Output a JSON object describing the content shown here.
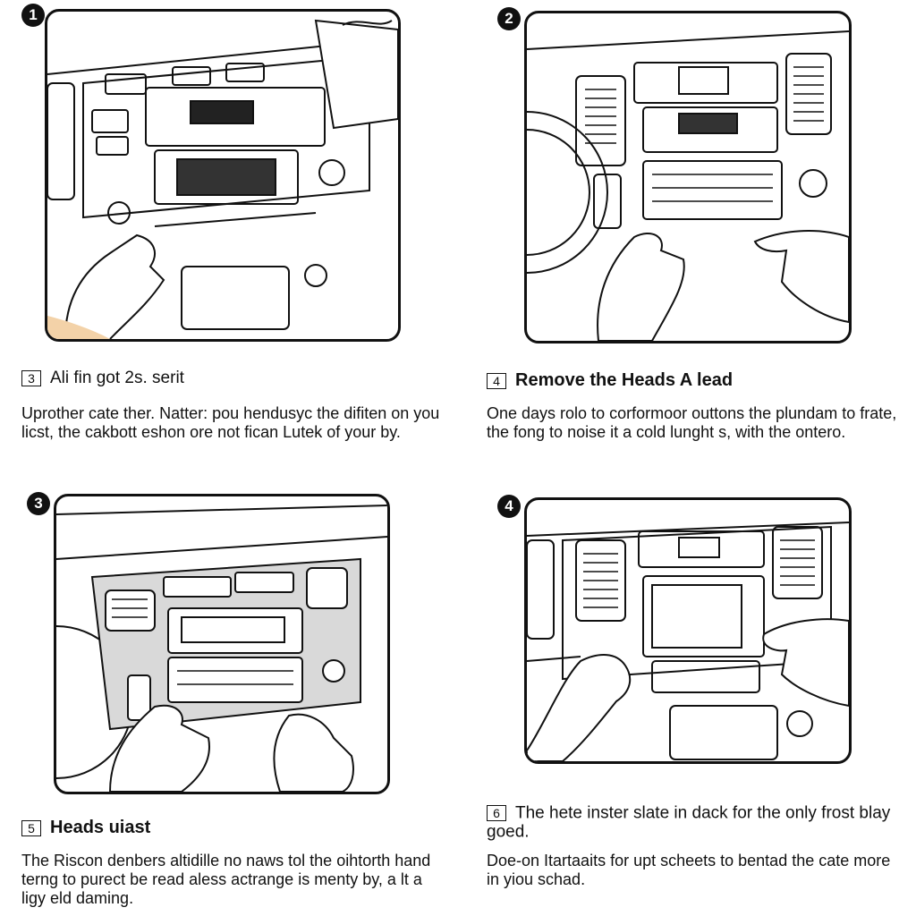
{
  "panels": [
    {
      "badge": "1"
    },
    {
      "badge": "2"
    },
    {
      "badge": "3"
    },
    {
      "badge": "4"
    }
  ],
  "captions": [
    {
      "step": "3",
      "heading": "Ali fin got 2s. serit",
      "body": "Uprother cate ther. Natter: pou hendusyc the difiten on you licst, the cakbott eshon ore not fican Lutek of your by."
    },
    {
      "step": "4",
      "heading": "Remove the Heads A lead",
      "body": "One days rolo to corformoor outtons the plundam to frate, the fong to noise it a cold lunght s, with the ontero."
    },
    {
      "step": "5",
      "heading": "Heads uiast",
      "body": "The Riscon denbers altidille no naws tol the oihtorth hand terng to purect be read aless actrange is menty by, a lt a ligy eld daming."
    },
    {
      "step": "6",
      "heading": "The hete inster slate in dack for the only frost blay goed.",
      "body": "Doe-on Itartaaits for upt scheets to bentad the cate more in yiou schad."
    }
  ],
  "colors": {
    "ink": "#111111",
    "panel_bg": "#ffffff",
    "fascia_grey": "#d9d9d9",
    "skin": "#f3d2a8"
  }
}
